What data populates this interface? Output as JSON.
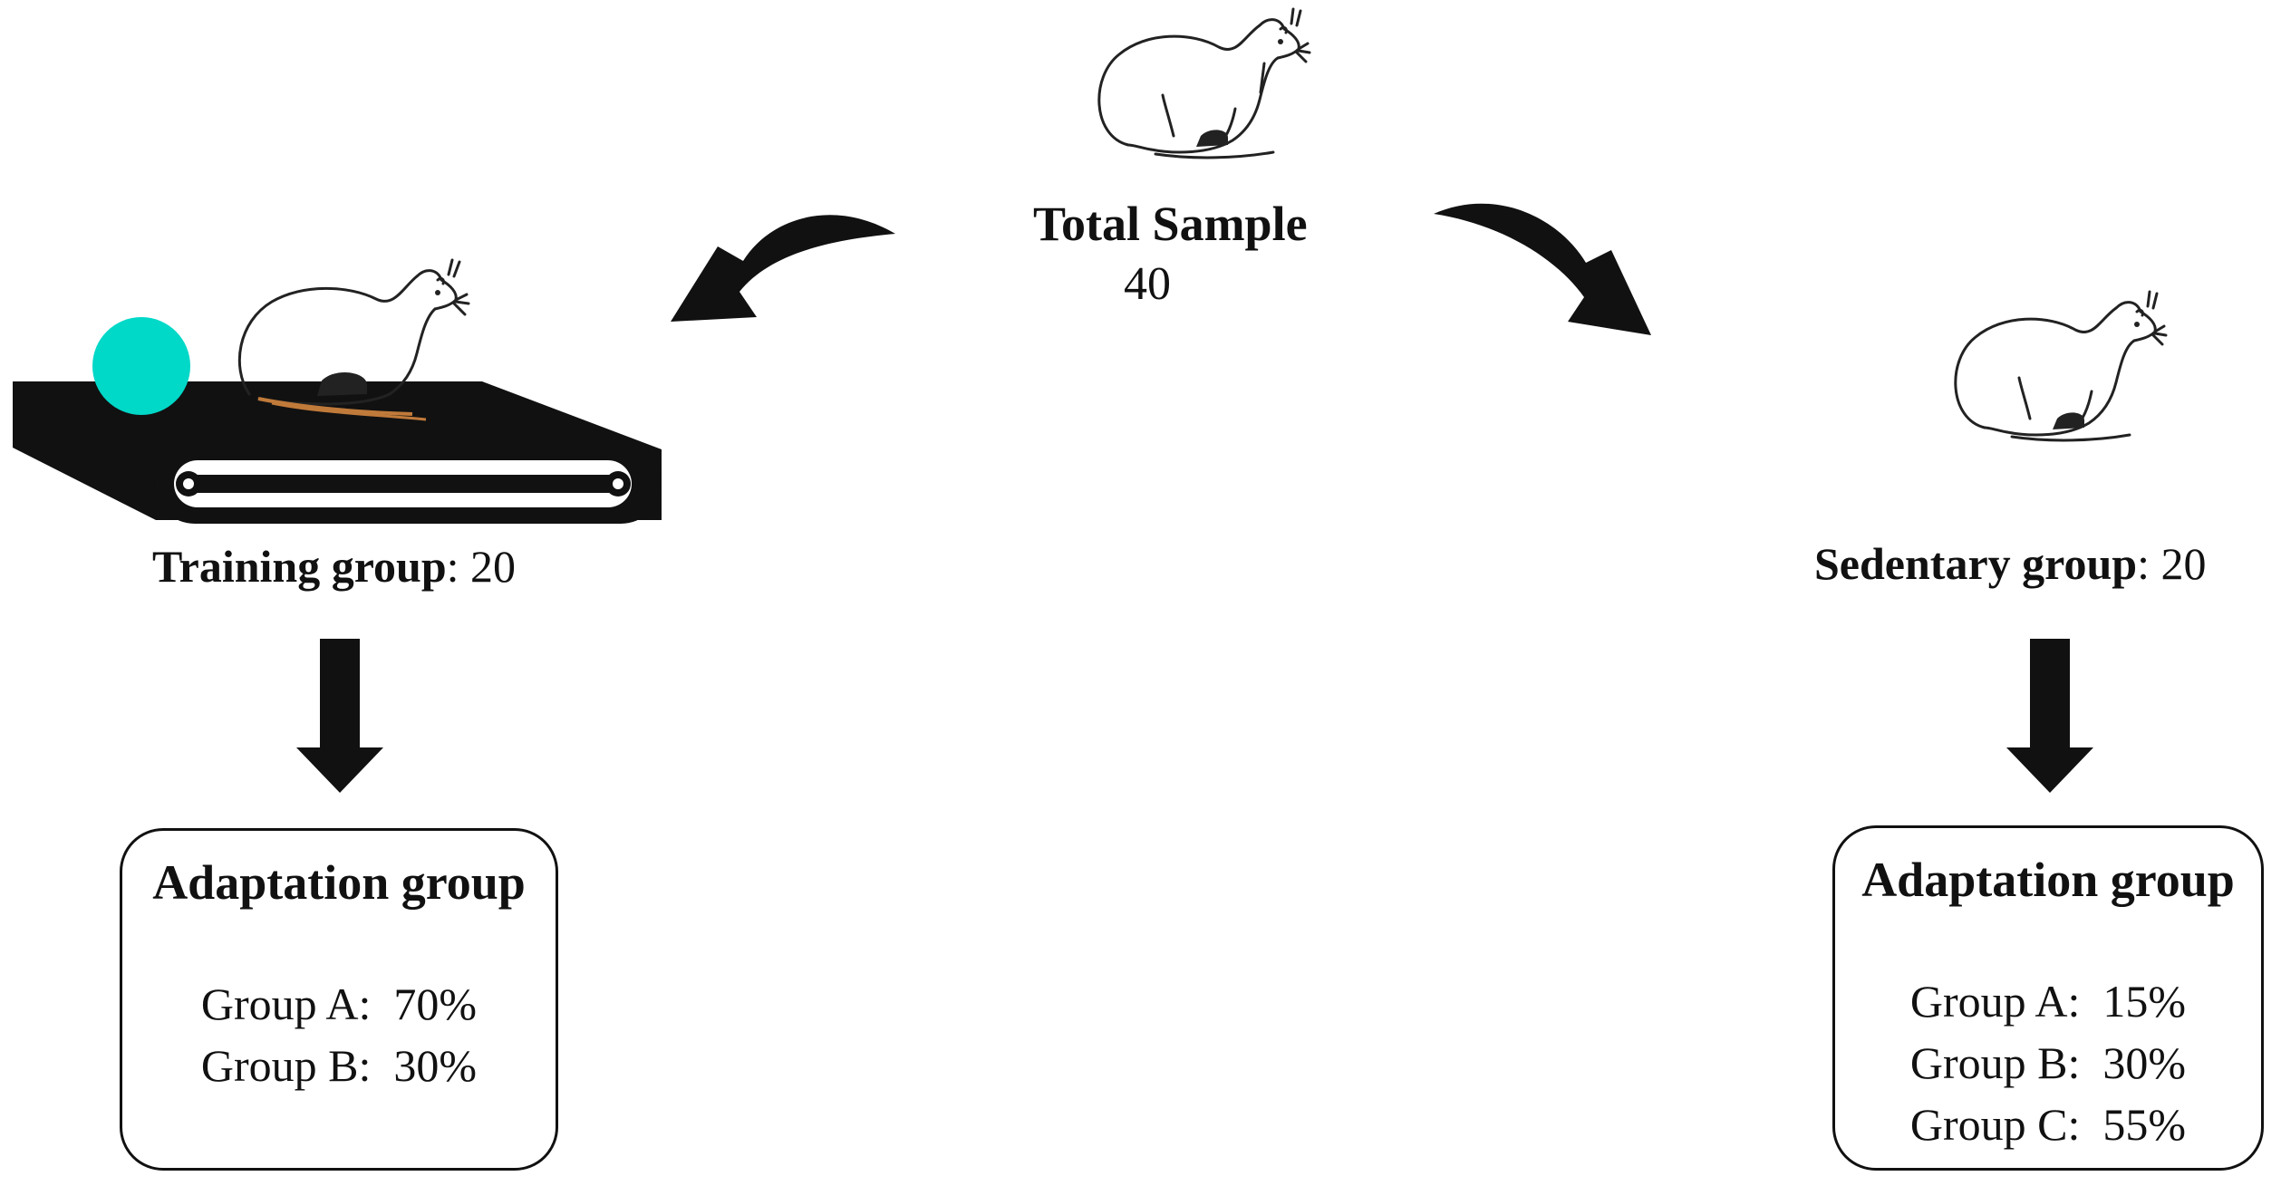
{
  "total": {
    "title": "Total Sample",
    "value": "40"
  },
  "training": {
    "name": "Training group",
    "sep": ":",
    "count": "20",
    "adaptation": {
      "title": "Adaptation group",
      "rows": [
        {
          "label": "Group A:",
          "value": "70%"
        },
        {
          "label": "Group B:",
          "value": "30%"
        }
      ]
    }
  },
  "sedentary": {
    "name": "Sedentary group",
    "sep": ":",
    "count": "20",
    "adaptation": {
      "title": "Adaptation group",
      "rows": [
        {
          "label": "Group A:",
          "value": "15%"
        },
        {
          "label": "Group B:",
          "value": "30%"
        },
        {
          "label": "Group C:",
          "value": "55%"
        }
      ]
    }
  },
  "colors": {
    "ball": "#00d8c8",
    "ink": "#111111"
  },
  "icons": [
    "rat-icon",
    "treadmill-icon",
    "curved-arrow-icon",
    "down-arrow-icon"
  ]
}
